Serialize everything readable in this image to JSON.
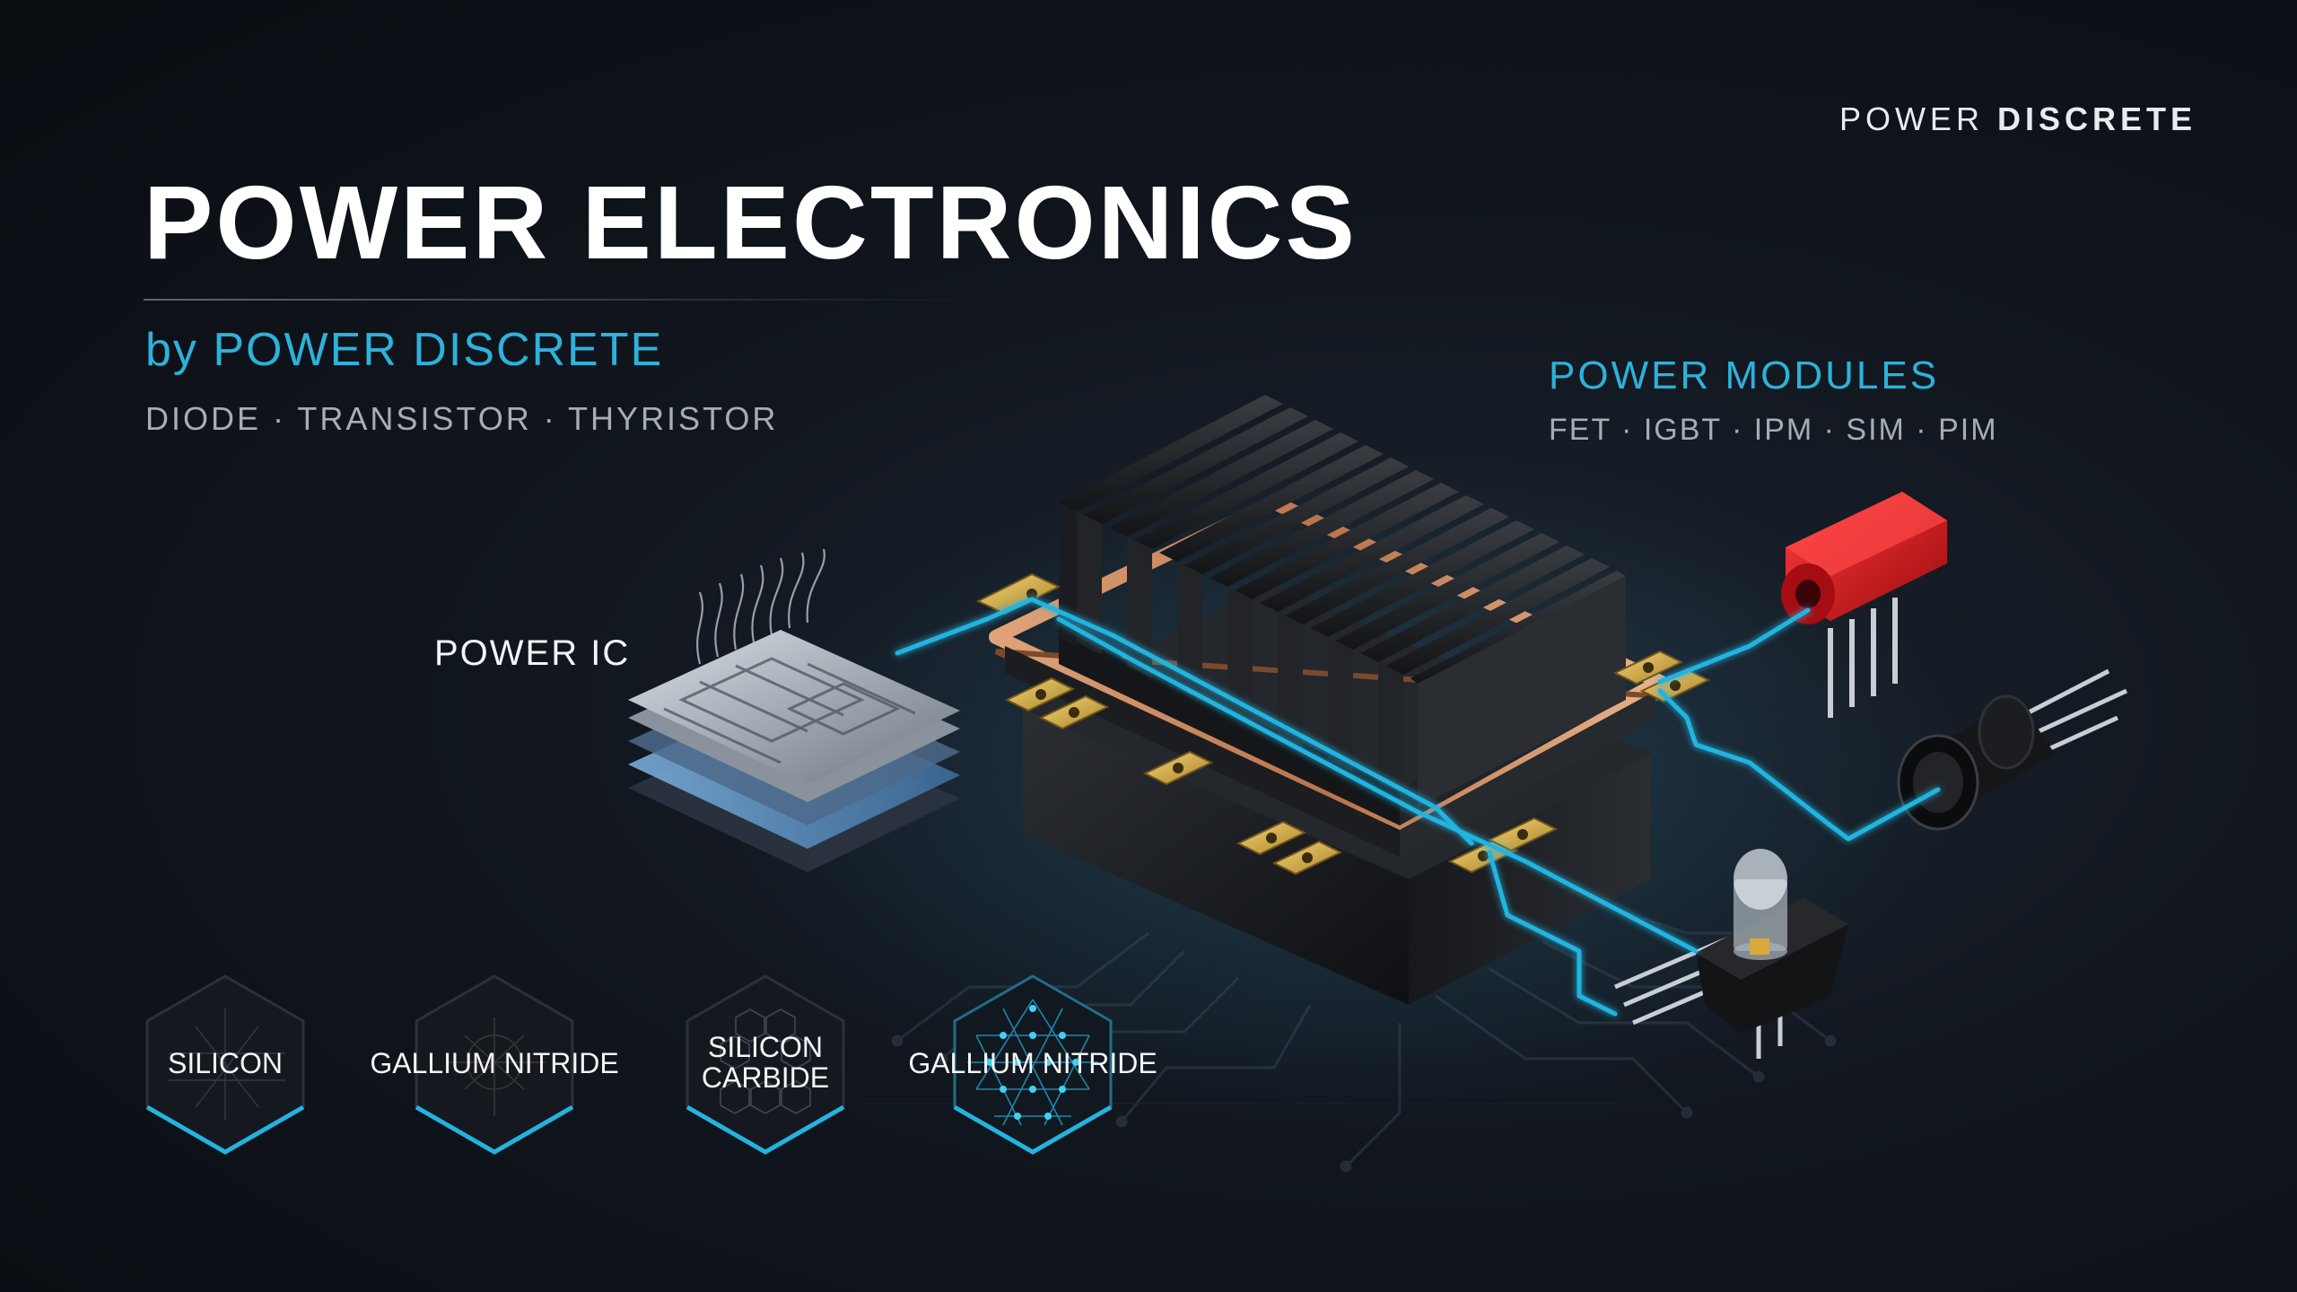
{
  "header": {
    "brand_prefix": "POWER",
    "brand_suffix": "DISCRETE"
  },
  "hero": {
    "title": "POWER ELECTRONICS",
    "byline": "by POWER DISCRETE",
    "discrete_types": "DIODE · TRANSISTOR · THYRISTOR"
  },
  "modules": {
    "title": "POWER MODULES",
    "types": "FET · IGBT · IPM · SIM · PIM"
  },
  "callouts": {
    "power_ic": "POWER IC"
  },
  "materials": [
    {
      "label": "SILICON",
      "icon": "silicon-hex-icon"
    },
    {
      "label": "GALLIUM NITRIDE",
      "icon": "gallium-nitride-hex-icon"
    },
    {
      "label_line1": "SILICON",
      "label_line2": "CARBIDE",
      "icon": "silicon-carbide-hex-icon"
    },
    {
      "label": "GALLIUM NITRIDE",
      "icon": "gallium-nitride-lattice-hex-icon"
    }
  ],
  "colors": {
    "accent_cyan": "#2cb2db",
    "background": "#0f141b",
    "heatsink": "#1a1c20",
    "copper": "#c98a5e",
    "gold": "#d8b14a",
    "red_component": "#d0141b"
  }
}
